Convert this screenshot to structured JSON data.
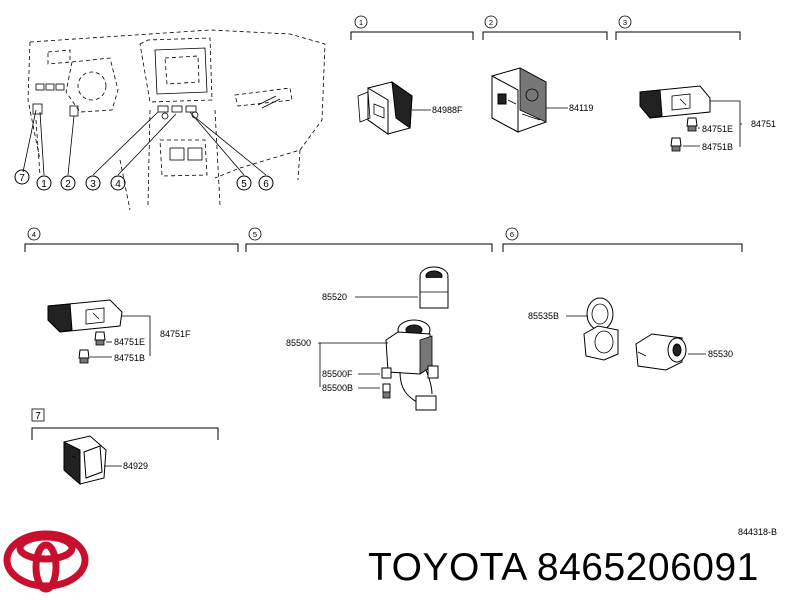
{
  "sections": [
    {
      "id": "1",
      "parts": [
        "84988F"
      ]
    },
    {
      "id": "2",
      "parts": [
        "84119"
      ]
    },
    {
      "id": "3",
      "parts": [
        "84751",
        "84751E",
        "84751B"
      ]
    },
    {
      "id": "4",
      "parts": [
        "84751F",
        "84751E",
        "84751B"
      ]
    },
    {
      "id": "5",
      "parts": [
        "85520",
        "85500",
        "85500F",
        "85500B"
      ]
    },
    {
      "id": "6",
      "parts": [
        "85535B",
        "85530"
      ]
    },
    {
      "id": "7",
      "parts": [
        "84929"
      ]
    }
  ],
  "dashboard_callouts": [
    "7",
    "1",
    "2",
    "3",
    "4",
    "5",
    "6"
  ],
  "diagram_code": "844318-B",
  "caption": "TOYOTA 8465206091",
  "logo": {
    "name": "toyota-logo",
    "color": "#c8102e"
  }
}
